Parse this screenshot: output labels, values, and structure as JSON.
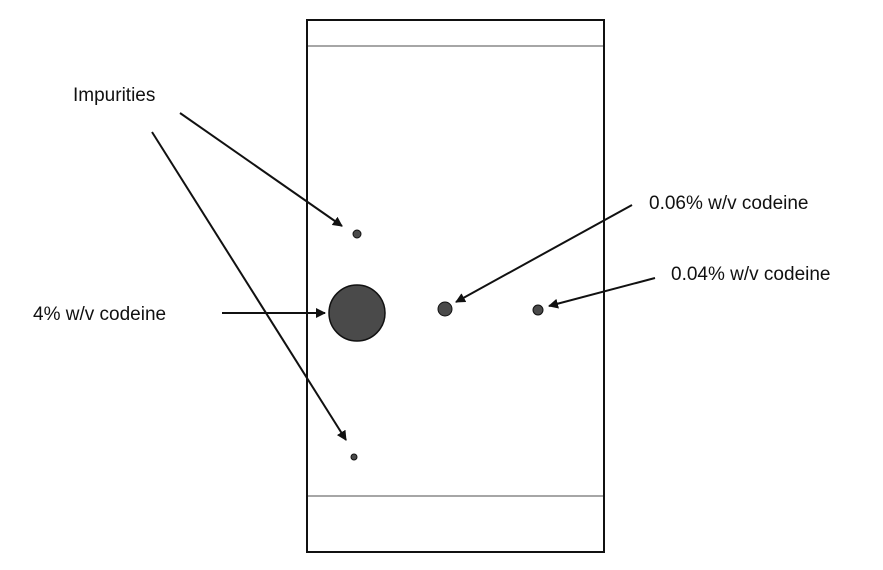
{
  "labels": {
    "impurities": "Impurities",
    "codeine_4": "4% w/v codeine",
    "codeine_006": "0.06% w/v codeine",
    "codeine_004": "0.04% w/v codeine"
  },
  "colors": {
    "spot": "#4a4a4a",
    "stroke": "#111111",
    "line": "#888888"
  }
}
